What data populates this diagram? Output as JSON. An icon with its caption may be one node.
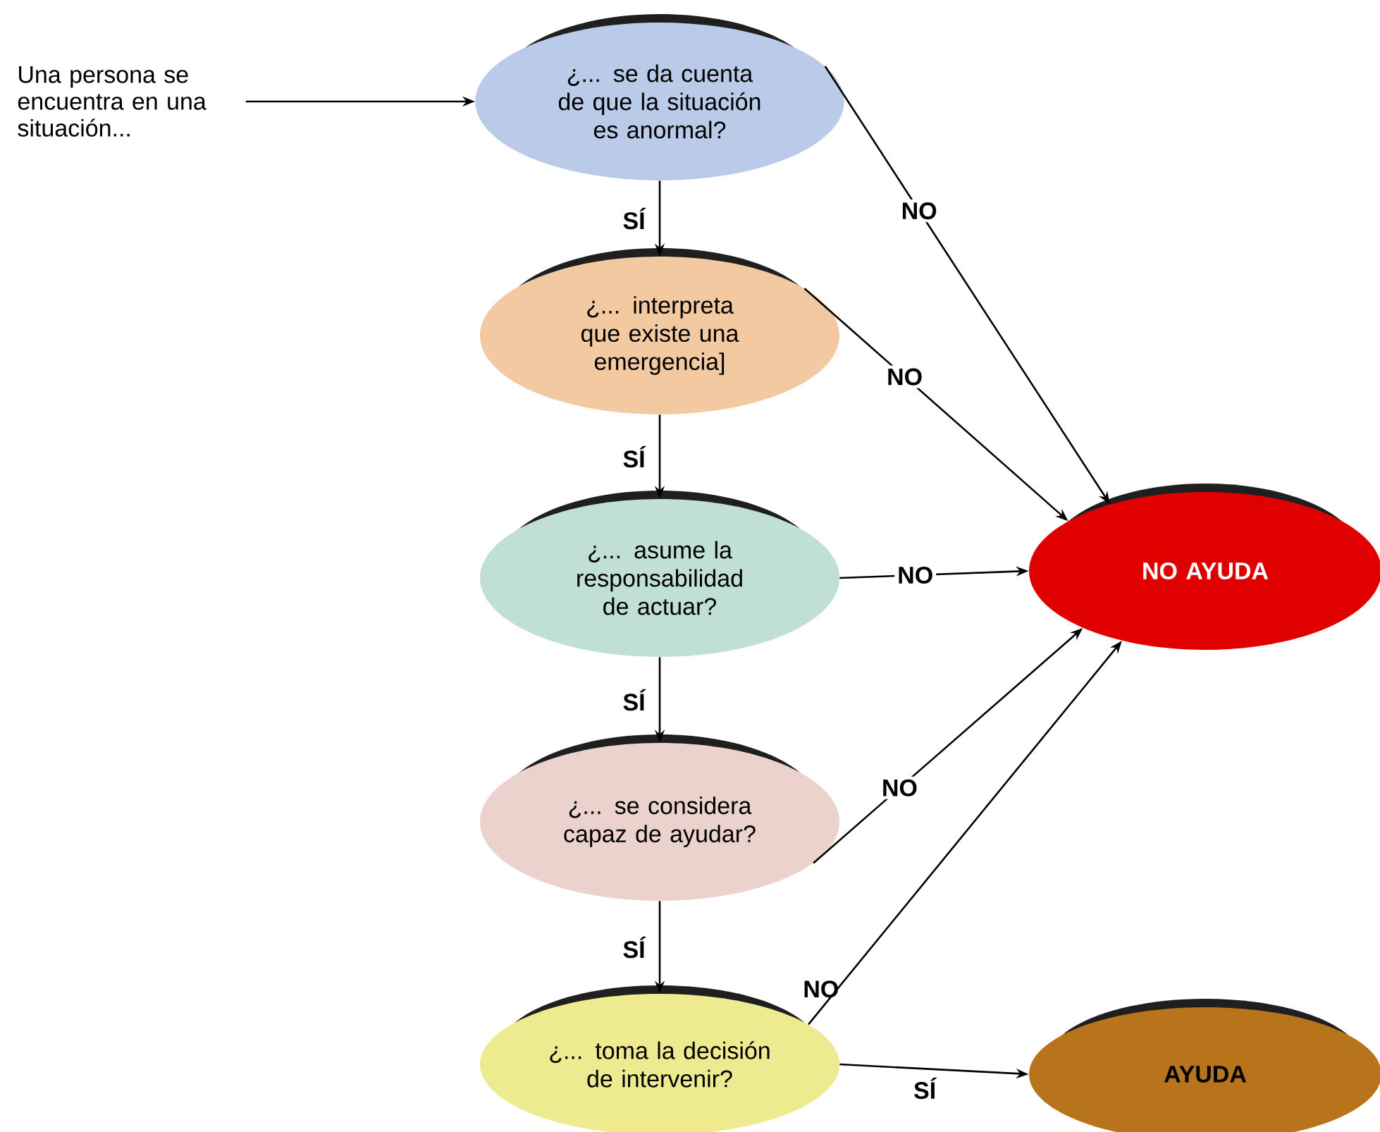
{
  "diagram": {
    "nodes": [
      {
        "text": [
          "Una persona se encuentra en una situación..."
        ]
      },
      {
        "text": [
          "¿... se da cuenta de que la situación es anormal?"
        ]
      },
      {
        "text": [
          "¿... interpreta que existe una emergencia]"
        ]
      },
      {
        "text": [
          "¿... asume la responsabilidad de actuar?"
        ]
      },
      {
        "text": [
          "¿... se considera capaz de ayudar?"
        ]
      },
      {
        "text": [
          "¿... toma la decisión de intervenir?"
        ]
      },
      {
        "text": [
          "NO AYUDA"
        ]
      },
      {
        "text": [
          "AYUDA"
        ]
      }
    ],
    "edges": [
      {
        "from": 0,
        "to": 1,
        "arrow": "to"
      },
      {
        "from": 1,
        "to": 2,
        "arrow": "to",
        "label": "SÍ"
      },
      {
        "from": 2,
        "to": 3,
        "arrow": "to",
        "label": "SÍ"
      },
      {
        "from": 3,
        "to": 4,
        "arrow": "to",
        "label": "SÍ"
      },
      {
        "from": 4,
        "to": 5,
        "arrow": "to",
        "label": "SÍ"
      },
      {
        "from": 1,
        "to": 6,
        "arrow": "to",
        "label": "NO"
      },
      {
        "from": 2,
        "to": 6,
        "arrow": "to",
        "label": "NO"
      },
      {
        "from": 3,
        "to": 6,
        "arrow": "to",
        "label": "NO"
      },
      {
        "from": 4,
        "to": 6,
        "arrow": "to",
        "label": "NO"
      },
      {
        "from": 5,
        "to": 6,
        "arrow": "to",
        "label": "NO"
      },
      {
        "from": 5,
        "to": 7,
        "arrow": "to",
        "label": "SÍ"
      }
    ]
  }
}
